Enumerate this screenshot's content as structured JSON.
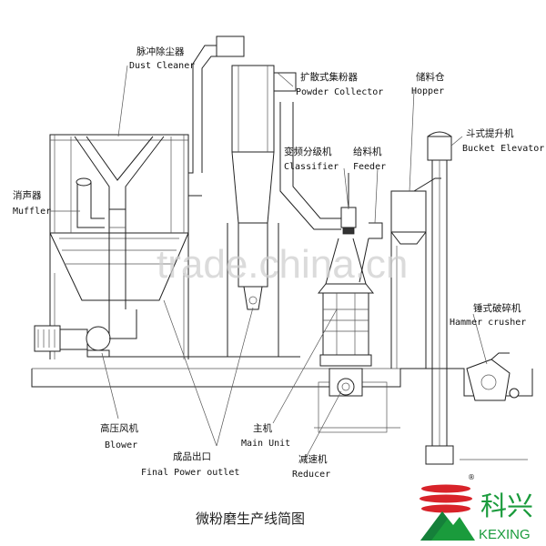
{
  "labels": {
    "dust_cleaner_zh": "脉冲除尘器",
    "dust_cleaner_en": "Dust Cleaner",
    "powder_collector_zh": "扩散式集粉器",
    "powder_collector_en": "Powder Collector",
    "hopper_zh": "储料仓",
    "hopper_en": "Hopper",
    "bucket_elevator_zh": "斗式提升机",
    "bucket_elevator_en": "Bucket Elevator",
    "classifier_zh": "变频分级机",
    "classifier_en": "Classifier",
    "feeder_zh": "给料机",
    "feeder_en": "Feeder",
    "muffler_zh": "消声器",
    "muffler_en": "Muffler",
    "hammer_crusher_zh": "锤式破碎机",
    "hammer_crusher_en": "Hammer crusher",
    "blower_zh": "高压风机",
    "blower_en": "Blower",
    "main_unit_zh": "主机",
    "main_unit_en": "Main Unit",
    "reducer_zh": "减速机",
    "reducer_en": "Reducer",
    "final_outlet_zh": "成品出口",
    "final_outlet_en": "Final Power outlet"
  },
  "caption": "微粉磨生产线简图",
  "watermark": "trade.china.cn",
  "logo": {
    "name_zh": "科兴",
    "name_en": "KEXING",
    "registered_mark": "®",
    "colors": {
      "red": "#d8232a",
      "green": "#1a9b3c"
    }
  }
}
